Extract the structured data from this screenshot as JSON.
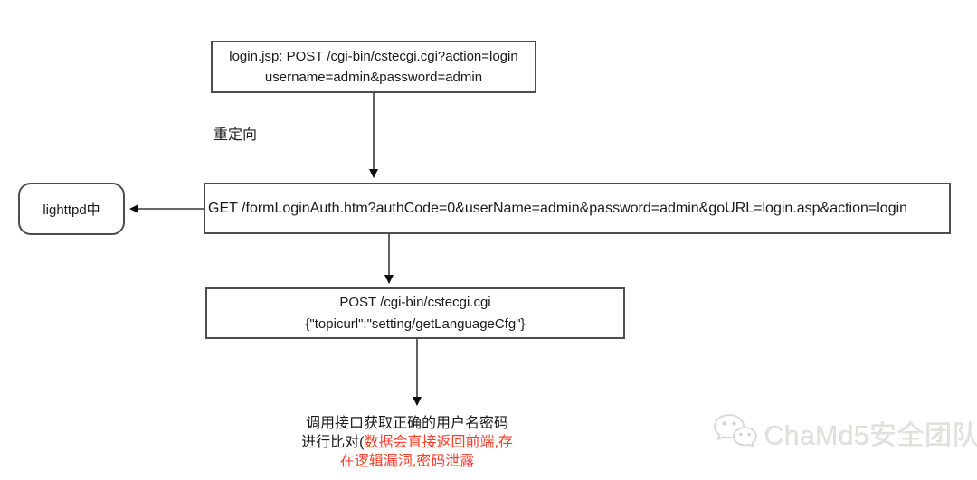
{
  "diagram": {
    "top_box": {
      "line1": "login.jsp: POST /cgi-bin/cstecgi.cgi?action=login",
      "line2": "username=admin&password=admin"
    },
    "redirect_label": "重定向",
    "lighttpd_box": {
      "label": "lighttpd中"
    },
    "get_box": {
      "line1": "GET /formLoginAuth.htm?authCode=0&userName=admin&password=admin&goURL=login.asp&action=login"
    },
    "post_box": {
      "line1": "POST /cgi-bin/cstecgi.cgi",
      "line2": "{\"topicurl\":\"setting/getLanguageCfg\"}"
    },
    "conclusion": {
      "line1": "调用接口获取正确的用户名密码",
      "line2_black": "进行比对(",
      "line2_red": "数据会直接返回前端,存",
      "line3_red": "在逻辑漏洞,密码泄露"
    }
  },
  "watermark": {
    "text": "ChaMd5安全团队",
    "logo": "wechat-logo"
  },
  "colors": {
    "box_border": "#4d4d4d",
    "text": "#1a1a1a",
    "alert_red": "#f5402c",
    "watermark_gray": "#e1e1df"
  }
}
